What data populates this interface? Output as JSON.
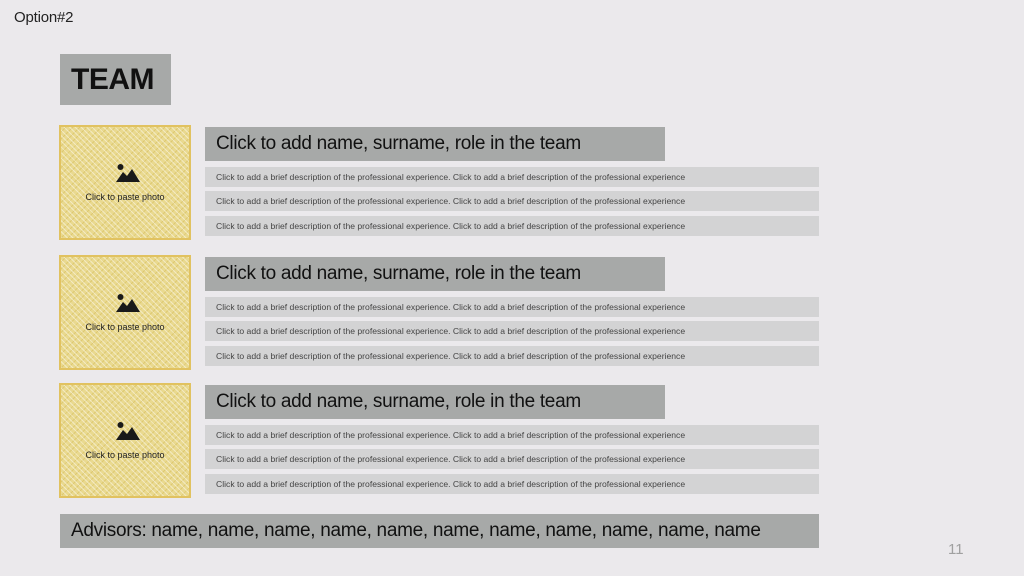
{
  "slide": {
    "option_label": "Option#2",
    "title": "TEAM",
    "page_number": "11"
  },
  "members": [
    {
      "photo_label": "Click to paste photo",
      "name": "Click to add name, surname, role in the team",
      "descriptions": [
        "Click to add a brief description of the professional experience. Click to add a brief description of the professional experience",
        "Click to add a brief description of the professional experience. Click to add a brief description of the professional experience",
        "Click to add a brief description of the professional experience. Click to add a brief description of the professional experience"
      ]
    },
    {
      "photo_label": "Click to paste photo",
      "name": "Click to add name, surname, role in the team",
      "descriptions": [
        "Click to add a brief description of the professional experience. Click to add a brief description of the professional experience",
        "Click to add a brief description of the professional experience. Click to add a brief description of the professional experience",
        "Click to add a brief description of the professional experience. Click to add a brief description of the professional experience"
      ]
    },
    {
      "photo_label": "Click to paste photo",
      "name": "Click to add name, surname, role in the team",
      "descriptions": [
        "Click to add a brief description of the professional experience. Click to add a brief description of the professional experience",
        "Click to add a brief description of the professional experience. Click to add a brief description of the professional experience",
        "Click to add a brief description of the professional experience. Click to add a brief description of the professional experience"
      ]
    }
  ],
  "advisors": "Advisors: name, name, name, name, name, name, name, name, name, name, name",
  "icons": {
    "photo_placeholder": "picture-icon"
  },
  "colors": {
    "photo_border": "#e1c260",
    "bar_dark": "#a7a9a8",
    "bar_light": "#d3d3d4"
  }
}
